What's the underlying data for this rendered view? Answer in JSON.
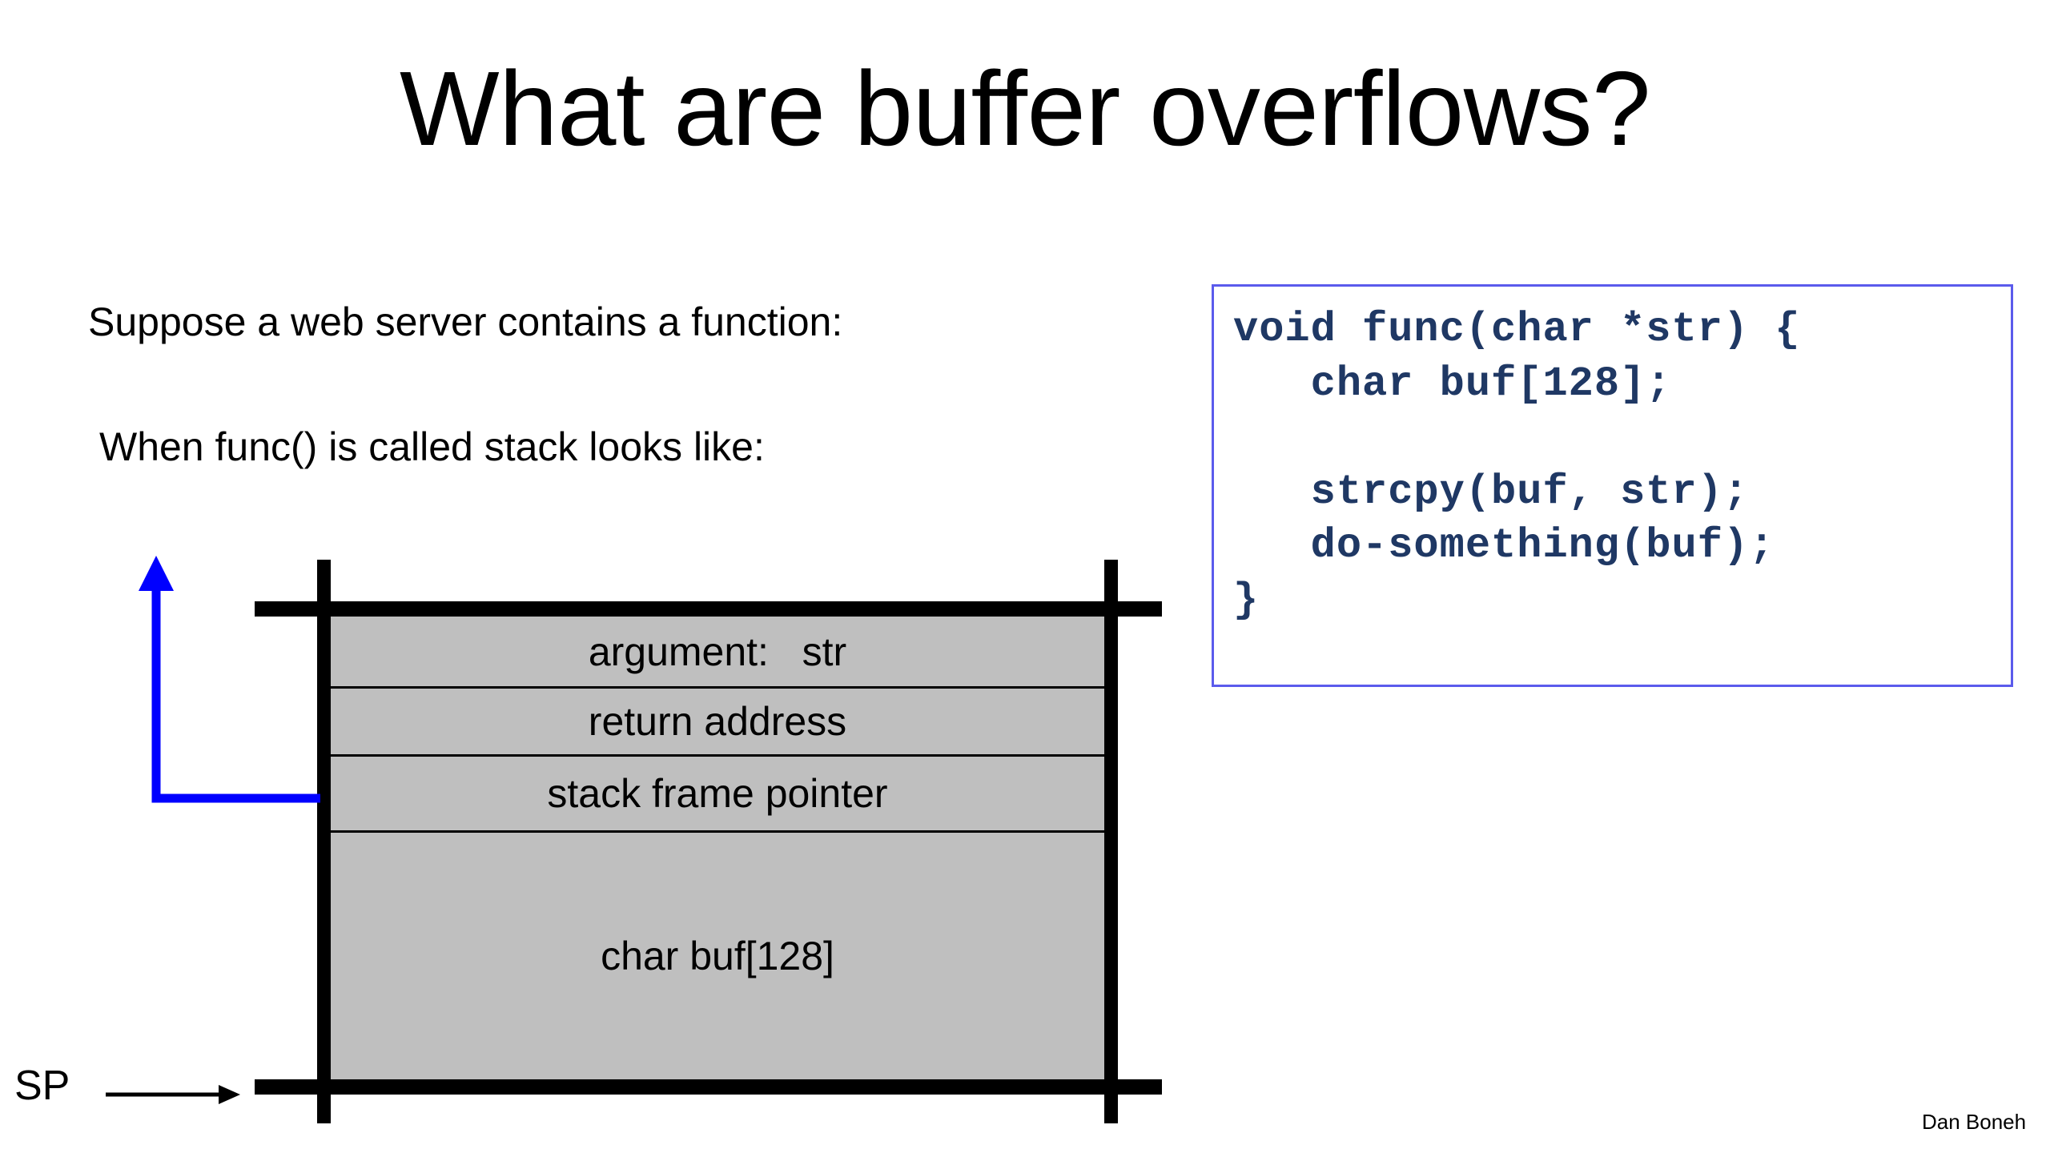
{
  "slide": {
    "title": "What are buffer overflows?",
    "background_color": "#FFFFFF",
    "body_lines": [
      "Suppose a web server contains a function:",
      "When func() is called stack looks like:"
    ],
    "footer_credit": "Dan Boneh"
  },
  "code_panel": {
    "border_color": "#5B5BEC",
    "text_color": "#1F3864",
    "code": "void func(char *str) {\n   char buf[128];\n\n   strcpy(buf, str);\n   do-something(buf);\n}"
  },
  "stack_diagram": {
    "fill_color": "#BFBFBF",
    "line_color": "#000000",
    "growth_arrow_color": "#0000FF",
    "cells": [
      {
        "label": "argument:   str"
      },
      {
        "label": "return address"
      },
      {
        "label": "stack frame pointer"
      },
      {
        "label": "char buf[128]"
      }
    ],
    "stack_pointer_label": "SP"
  }
}
